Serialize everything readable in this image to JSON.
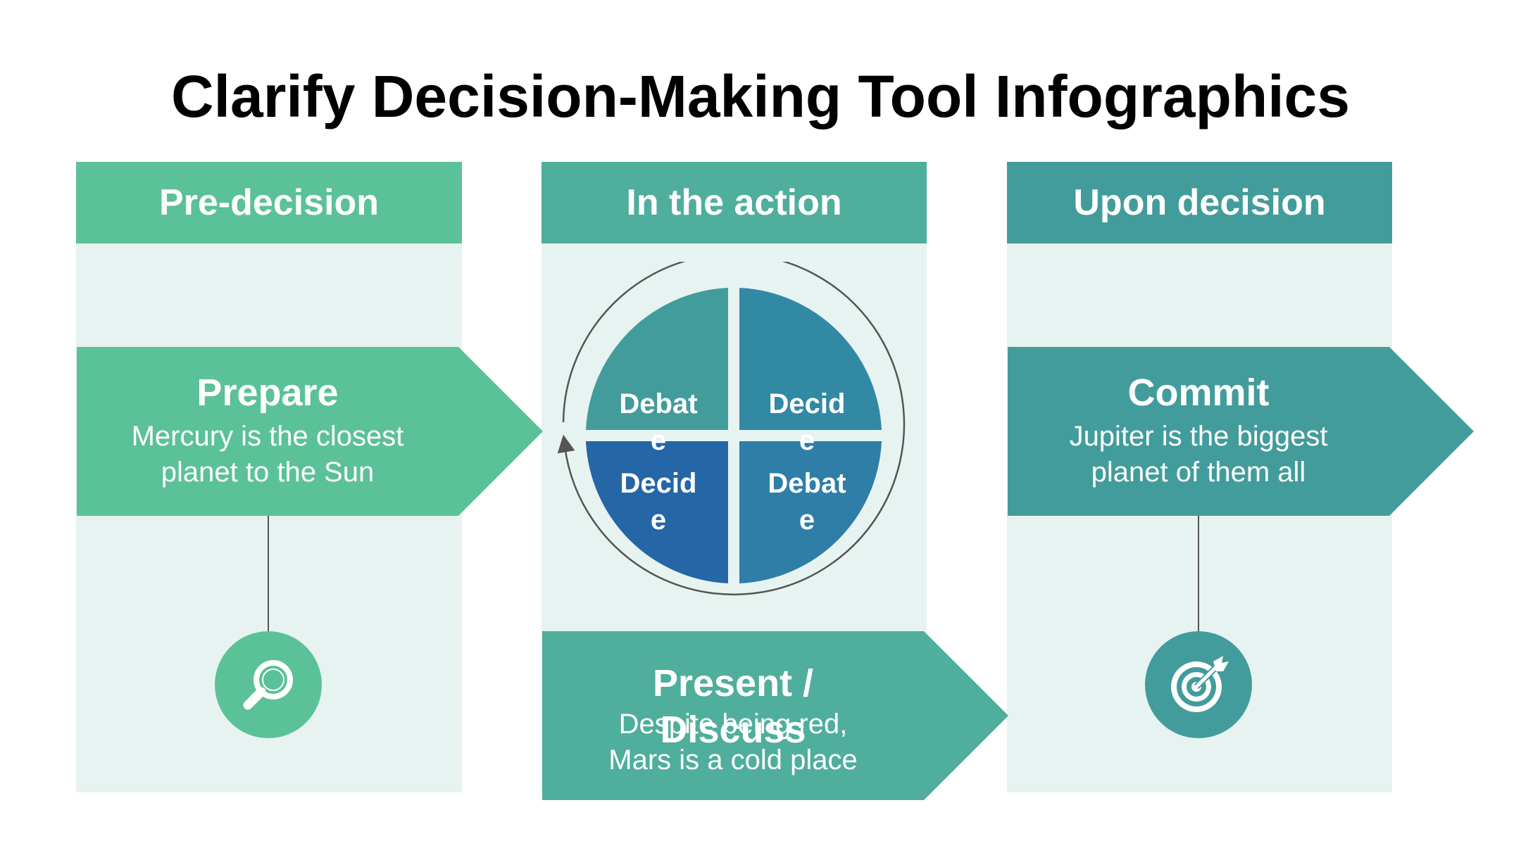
{
  "title": "Clarify Decision-Making Tool Infographics",
  "colors": {
    "green": "#5bc198",
    "teal": "#4fae9c",
    "dark_teal": "#439c9c",
    "panel_bg": "#e7f3f1",
    "quad_teal": "#439c9c",
    "quad_steel": "#3289a4",
    "quad_blue": "#2466a6",
    "quad_mid": "#2e7ea8"
  },
  "columns": [
    {
      "header": "Pre-decision"
    },
    {
      "header": "In the action"
    },
    {
      "header": "Upon decision"
    }
  ],
  "steps": {
    "prepare": {
      "title": "Prepare",
      "desc_line1": "Mercury is the closest",
      "desc_line2": "planet to the Sun",
      "icon": "magnifier-icon"
    },
    "present": {
      "title_line1": "Present /",
      "title_line2": "Discuss",
      "desc_line1": "Despite being red,",
      "desc_line2": "Mars is a cold place"
    },
    "commit": {
      "title": "Commit",
      "desc_line1": "Jupiter is the biggest",
      "desc_line2": "planet of them all",
      "icon": "target-icon"
    }
  },
  "cycle": {
    "top_left": "Debate",
    "top_right": "Decide",
    "bottom_left": "Decide",
    "bottom_right": "Debate"
  }
}
